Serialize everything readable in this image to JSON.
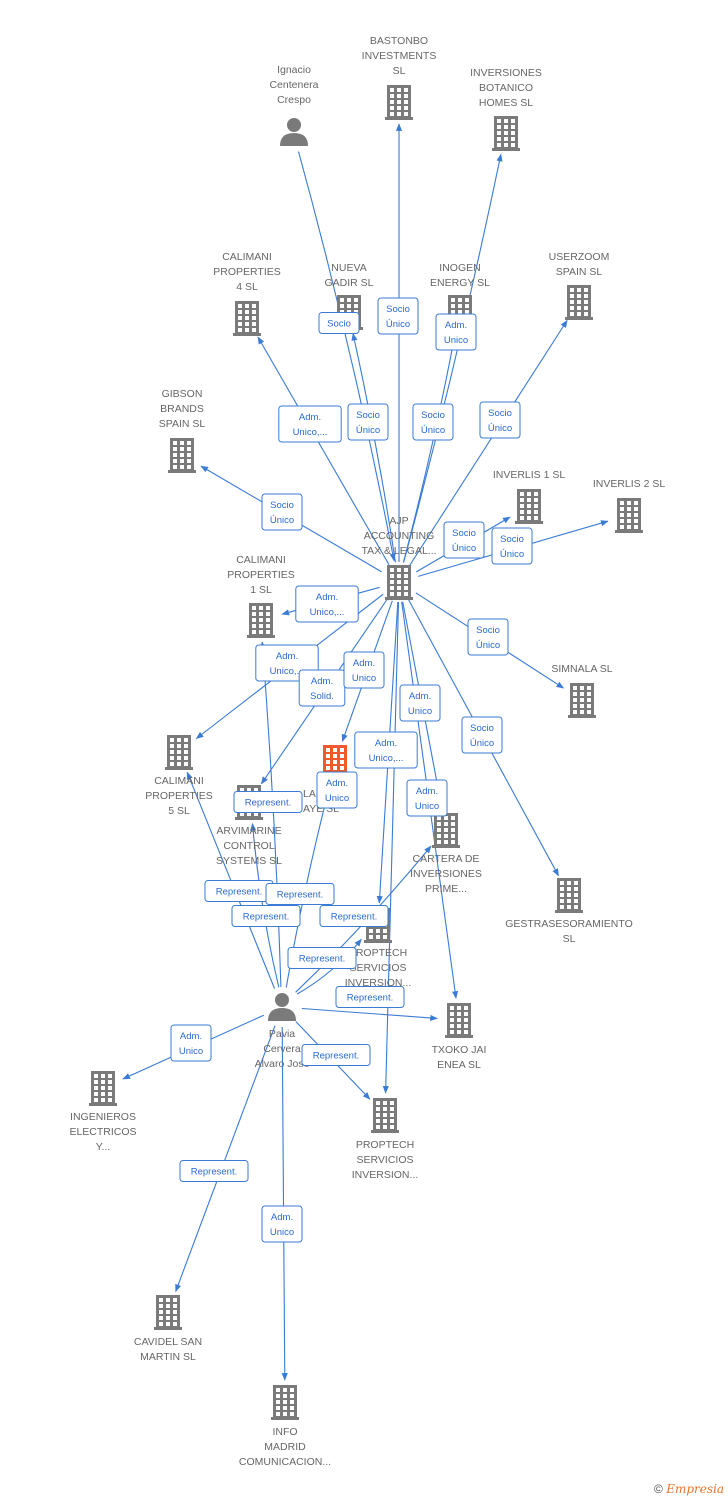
{
  "colors": {
    "edge": "#3a7bd5",
    "company": "#7a7a7a",
    "highlight": "#f0592a",
    "person": "#7a7a7a"
  },
  "nodes": [
    {
      "id": "ignacio",
      "type": "person",
      "label": [
        "Ignacio",
        "Centenera",
        "Crespo"
      ]
    },
    {
      "id": "bastonbo",
      "type": "company",
      "label": [
        "BASTONBO",
        "INVESTMENTS",
        "SL"
      ]
    },
    {
      "id": "botanico",
      "type": "company",
      "label": [
        "INVERSIONES",
        "BOTANICO",
        "HOMES  SL"
      ]
    },
    {
      "id": "calimani4",
      "type": "company",
      "label": [
        "CALIMANI",
        "PROPERTIES",
        "4  SL"
      ]
    },
    {
      "id": "nuevagadir",
      "type": "company",
      "label": [
        "NUEVA",
        "GADIR  SL"
      ]
    },
    {
      "id": "inogen",
      "type": "company",
      "label": [
        "INOGEN",
        "ENERGY  SL"
      ]
    },
    {
      "id": "userzoom",
      "type": "company",
      "label": [
        "USERZOOM",
        "SPAIN  SL"
      ]
    },
    {
      "id": "gibson",
      "type": "company",
      "label": [
        "GIBSON",
        "BRANDS",
        "SPAIN  SL"
      ]
    },
    {
      "id": "inverlis1",
      "type": "company",
      "label": [
        "INVERLIS 1  SL"
      ]
    },
    {
      "id": "inverlis2",
      "type": "company",
      "label": [
        "INVERLIS 2  SL"
      ]
    },
    {
      "id": "ajp",
      "type": "company",
      "label": [
        "AJP",
        "ACCOUNTING",
        "TAX & LEGAL..."
      ]
    },
    {
      "id": "calimani1",
      "type": "company",
      "label": [
        "CALIMANI",
        "PROPERTIES",
        "1  SL"
      ]
    },
    {
      "id": "simnala",
      "type": "company",
      "label": [
        "SIMNALA  SL"
      ]
    },
    {
      "id": "calimani5",
      "type": "company",
      "label": [
        "CALIMANI",
        "PROPERTIES",
        "5  SL"
      ]
    },
    {
      "id": "arvimarine",
      "type": "company",
      "label": [
        "ARVIMARINE",
        "CONTROL",
        "SYSTEMS  SL"
      ]
    },
    {
      "id": "lacasa",
      "type": "highlight",
      "label": [
        "LA",
        "AYE  SL"
      ]
    },
    {
      "id": "cartera",
      "type": "company",
      "label": [
        "CARTERA DE",
        "INVERSIONES",
        "PRIME..."
      ]
    },
    {
      "id": "gestras",
      "type": "company",
      "label": [
        "GESTRASESORAMIENTO",
        "SL"
      ]
    },
    {
      "id": "proptech1",
      "type": "company",
      "label": [
        "PROPTECH",
        "SERVICIOS",
        "INVERSION..."
      ]
    },
    {
      "id": "pavia",
      "type": "person",
      "label": [
        "Pavia",
        "Cervera",
        "Alvaro Jose"
      ]
    },
    {
      "id": "txoko",
      "type": "company",
      "label": [
        "TXOKO JAI",
        "ENEA  SL"
      ]
    },
    {
      "id": "ingenieros",
      "type": "company",
      "label": [
        "INGENIEROS",
        "ELECTRICOS",
        "Y..."
      ]
    },
    {
      "id": "proptech2",
      "type": "company",
      "label": [
        "PROPTECH",
        "SERVICIOS",
        "INVERSION..."
      ]
    },
    {
      "id": "cavidel",
      "type": "company",
      "label": [
        "CAVIDEL SAN",
        "MARTIN  SL"
      ]
    },
    {
      "id": "infomadrid",
      "type": "company",
      "label": [
        "INFO",
        "MADRID",
        "COMUNICACION..."
      ]
    }
  ],
  "edges": [
    {
      "from": "ignacio",
      "to": "ajp",
      "label": [
        "Socio"
      ]
    },
    {
      "from": "ajp",
      "to": "bastonbo",
      "label": [
        "Socio",
        "Único"
      ]
    },
    {
      "from": "ajp",
      "to": "botanico",
      "label": [
        "Adm.",
        "Unico"
      ]
    },
    {
      "from": "ajp",
      "to": "calimani4",
      "label": [
        "Adm.",
        "Unico,..."
      ]
    },
    {
      "from": "ajp",
      "to": "nuevagadir",
      "label": [
        "Socio",
        "Único"
      ]
    },
    {
      "from": "ajp",
      "to": "inogen",
      "label": [
        "Socio",
        "Único"
      ]
    },
    {
      "from": "ajp",
      "to": "userzoom",
      "label": [
        "Socio",
        "Único"
      ]
    },
    {
      "from": "ajp",
      "to": "gibson",
      "label": [
        "Socio",
        "Único"
      ]
    },
    {
      "from": "ajp",
      "to": "inverlis1",
      "label": [
        "Socio",
        "Único"
      ]
    },
    {
      "from": "ajp",
      "to": "inverlis2",
      "label": [
        "Socio",
        "Único"
      ]
    },
    {
      "from": "ajp",
      "to": "calimani1",
      "label": [
        "Adm.",
        "Unico,..."
      ]
    },
    {
      "from": "ajp",
      "to": "simnala",
      "label": [
        "Socio",
        "Único"
      ]
    },
    {
      "from": "ajp",
      "to": "calimani5",
      "label": [
        "Adm.",
        "Unico,..."
      ]
    },
    {
      "from": "ajp",
      "to": "arvimarine",
      "label": [
        "Adm.",
        "Solid."
      ]
    },
    {
      "from": "ajp",
      "to": "lacasa",
      "label": [
        "Adm.",
        "Unico"
      ]
    },
    {
      "from": "ajp",
      "to": "cartera",
      "label": [
        "Adm.",
        "Unico"
      ]
    },
    {
      "from": "ajp",
      "to": "gestras",
      "label": [
        "Socio",
        "Único"
      ]
    },
    {
      "from": "ajp",
      "to": "proptech1",
      "label": [
        "Adm.",
        "Unico,..."
      ]
    },
    {
      "from": "ajp",
      "to": "txoko",
      "label": [
        "Adm.",
        "Unico"
      ]
    },
    {
      "from": "ajp",
      "to": "proptech2",
      "label": [
        "Adm.",
        "Unico"
      ]
    },
    {
      "from": "pavia",
      "to": "arvimarine",
      "label": [
        "Represent."
      ]
    },
    {
      "from": "pavia",
      "to": "calimani1",
      "label": [
        "Represent."
      ]
    },
    {
      "from": "pavia",
      "to": "lacasa",
      "label": [
        "Represent."
      ]
    },
    {
      "from": "pavia",
      "to": "calimani5",
      "label": [
        "Represent."
      ]
    },
    {
      "from": "pavia",
      "to": "cartera",
      "label": [
        "Represent."
      ]
    },
    {
      "from": "pavia",
      "to": "proptech1",
      "label": [
        "Represent."
      ]
    },
    {
      "from": "pavia",
      "to": "txoko",
      "label": [
        "Represent."
      ]
    },
    {
      "from": "pavia",
      "to": "proptech2",
      "label": [
        "Represent."
      ]
    },
    {
      "from": "pavia",
      "to": "ingenieros",
      "label": [
        "Adm.",
        "Unico"
      ]
    },
    {
      "from": "pavia",
      "to": "cavidel",
      "label": [
        "Represent."
      ]
    },
    {
      "from": "pavia",
      "to": "infomadrid",
      "label": [
        "Adm.",
        "Unico"
      ]
    }
  ],
  "watermark": {
    "symbol": "©",
    "brand": "Empresia"
  }
}
